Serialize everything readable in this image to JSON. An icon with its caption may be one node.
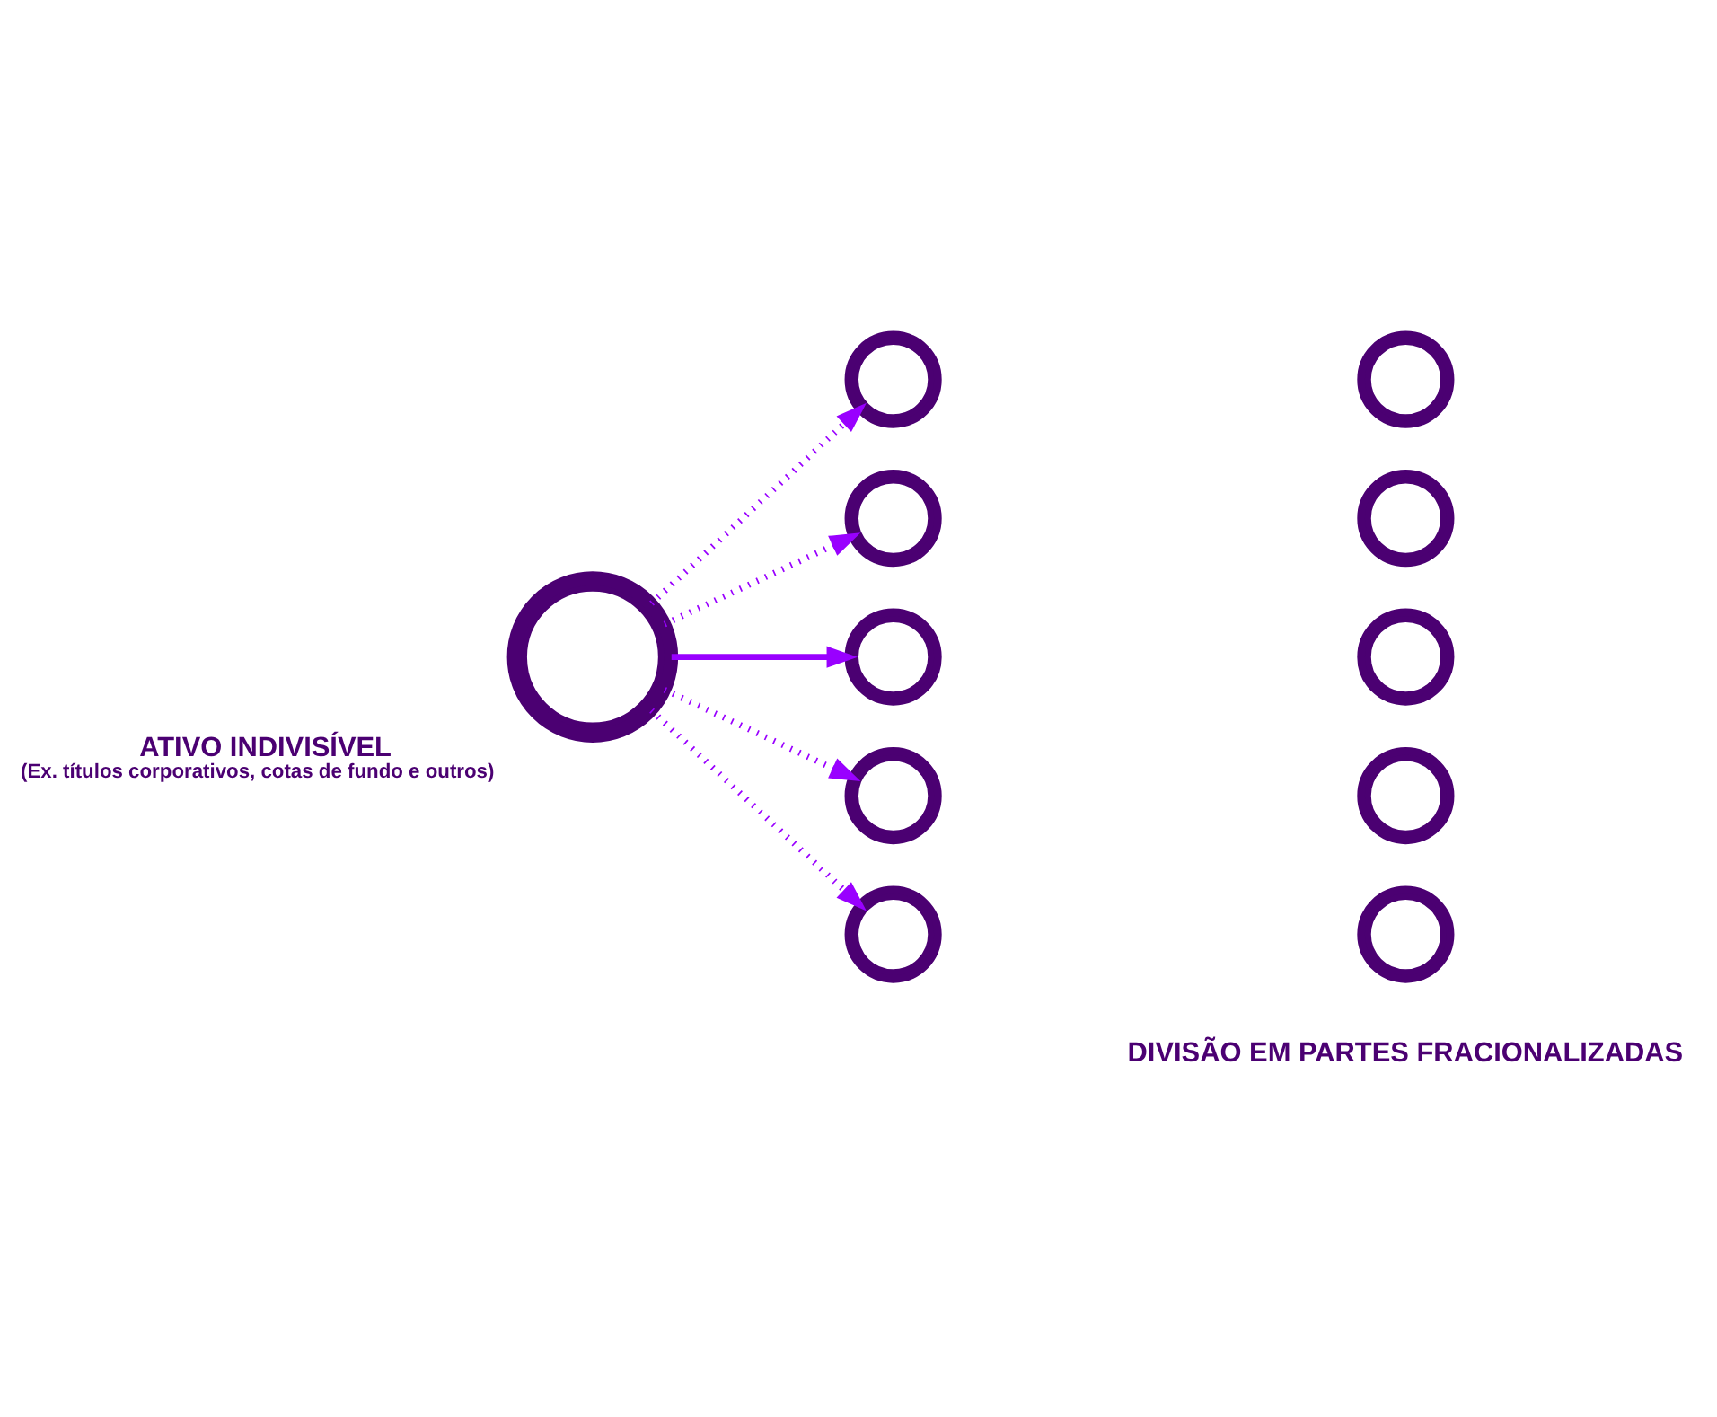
{
  "diagram": {
    "nodes": [
      {
        "text": [],
        "shape": "circle",
        "beside": [
          "ATIVO INDIVISÍVEL",
          "(Ex. títulos corporativos, cotas de fundo e outros)"
        ]
      },
      {
        "text": [],
        "shape": "circle"
      },
      {
        "text": [],
        "shape": "circle"
      },
      {
        "text": [],
        "shape": "circle"
      },
      {
        "text": [],
        "shape": "circle"
      },
      {
        "text": [],
        "shape": "circle"
      },
      {
        "text": [],
        "shape": "circle"
      },
      {
        "text": [],
        "shape": "circle"
      },
      {
        "text": [],
        "shape": "circle"
      },
      {
        "text": [],
        "shape": "circle"
      },
      {
        "text": [],
        "shape": "circle"
      }
    ],
    "edges": [
      {
        "from": 0,
        "to": 1,
        "arrow": "to",
        "style": "dashed"
      },
      {
        "from": 0,
        "to": 3,
        "arrow": "to",
        "style": "dashed"
      },
      {
        "from": 0,
        "to": 5,
        "arrow": "to"
      },
      {
        "from": 0,
        "to": 7,
        "arrow": "to",
        "style": "dashed"
      },
      {
        "from": 0,
        "to": 9,
        "arrow": "to",
        "style": "dashed"
      }
    ],
    "labels": [
      "DIVISÃO EM PARTES FRACIONALIZADAS"
    ]
  }
}
